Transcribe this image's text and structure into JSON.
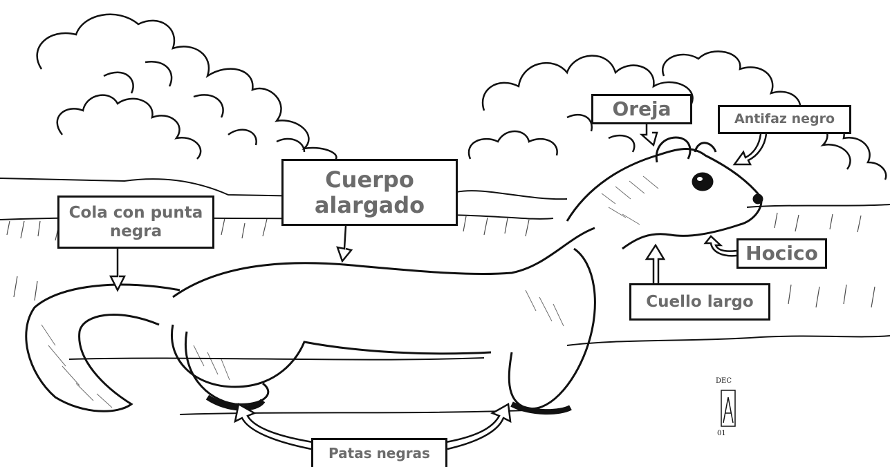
{
  "labels": {
    "cola": "Cola con punta\nnegra",
    "cuerpo": "Cuerpo\nalargado",
    "oreja": "Oreja",
    "antifaz": "Antifaz negro",
    "hocico": "Hocico",
    "cuello": "Cuello largo",
    "patas": "Patas negras"
  },
  "signature": {
    "top": "DEC",
    "bottom": "01"
  },
  "colors": {
    "ink": "#111111",
    "label_text": "#6b6b6b",
    "background": "#ffffff"
  }
}
